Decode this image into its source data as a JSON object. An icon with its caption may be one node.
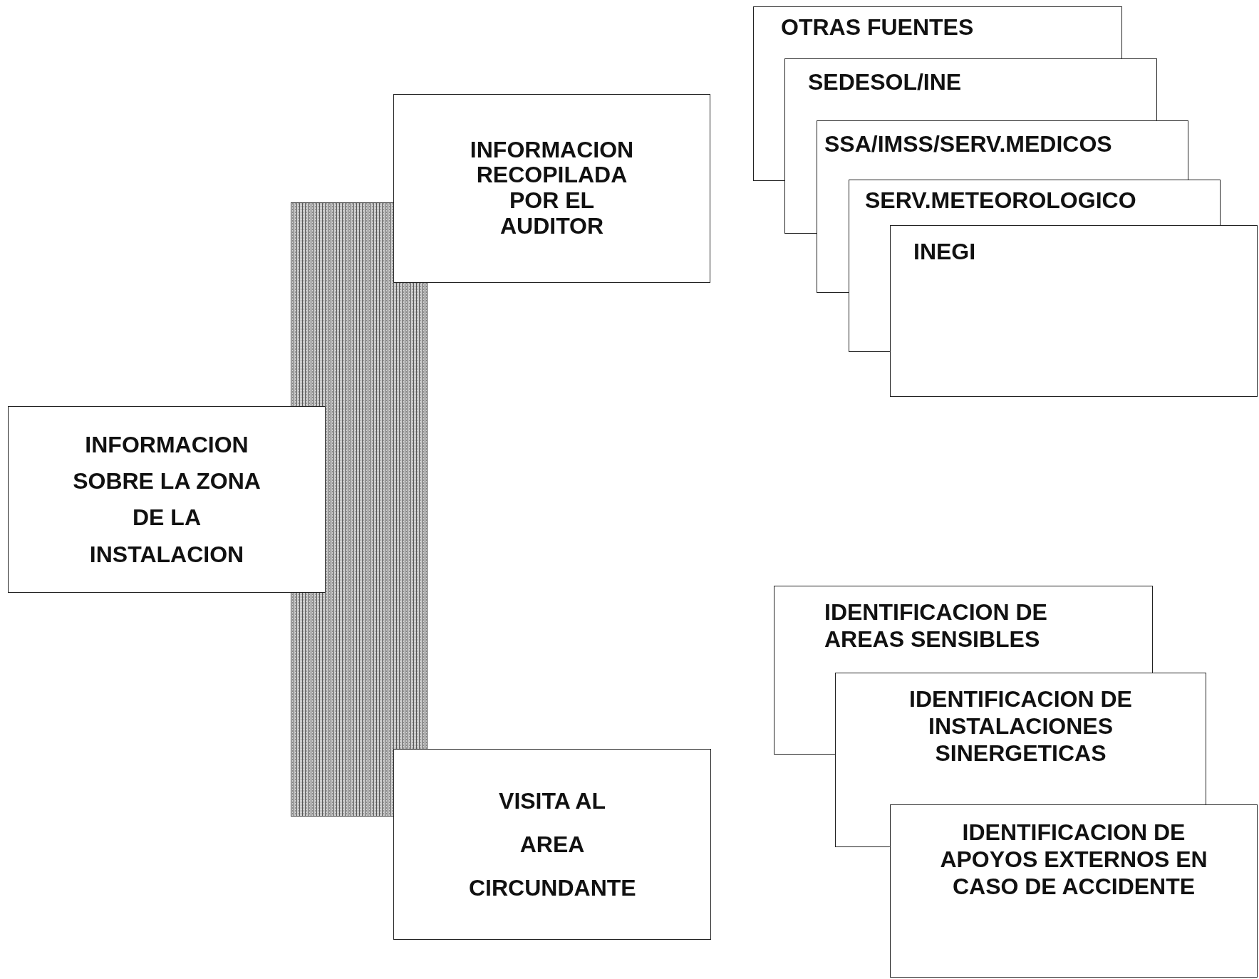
{
  "diagram": {
    "nodes": [
      {
        "text": [
          "INFORMACION SOBRE LA ZONA DE LA INSTALACION"
        ]
      },
      {
        "text": [],
        "shape": "bar"
      },
      {
        "text": [
          "INFORMACION RECOPILADA POR EL AUDITOR"
        ]
      },
      {
        "text": [
          "VISITA AL AREA CIRCUNDANTE"
        ]
      },
      {
        "text": [
          "OTRAS FUENTES"
        ]
      },
      {
        "text": [
          "SEDESOL/INE"
        ]
      },
      {
        "text": [
          "SSA/IMSS/SERV.MEDICOS"
        ]
      },
      {
        "text": [
          "SERV.METEOROLOGICO"
        ]
      },
      {
        "text": [
          "INEGI"
        ]
      },
      {
        "text": [
          "IDENTIFICACION DE AREAS SENSIBLES"
        ]
      },
      {
        "text": [
          "IDENTIFICACION DE INSTALACIONES SINERGETICAS"
        ]
      },
      {
        "text": [
          "IDENTIFICACION DE APOYOS EXTERNOS EN CASO DE ACCIDENTE"
        ]
      }
    ],
    "edges": []
  }
}
